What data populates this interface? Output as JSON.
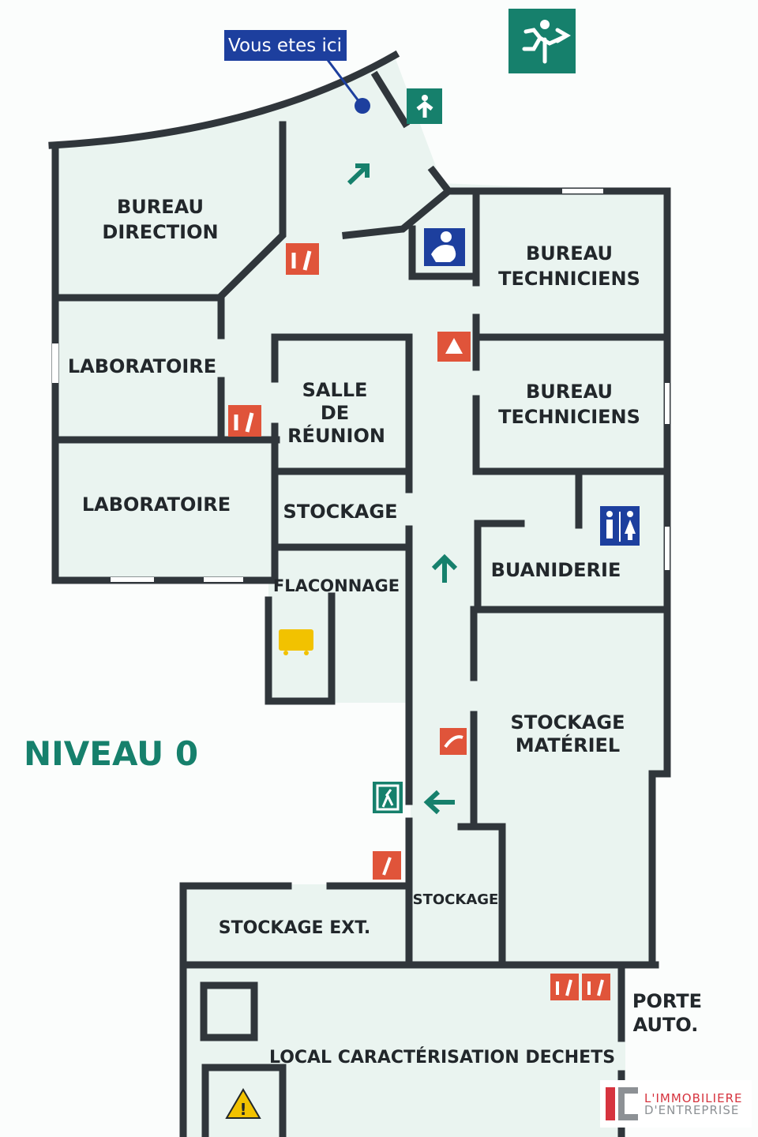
{
  "title": "NIVEAU 0",
  "you_are_here": "Vous etes ici",
  "rooms": {
    "bureau_direction": [
      "BUREAU",
      "DIRECTION"
    ],
    "laboratoire_1": "LABORATOIRE",
    "laboratoire_2": "LABORATOIRE",
    "salle_reunion": [
      "SALLE",
      "DE",
      "RÉUNION"
    ],
    "stockage_1": "STOCKAGE",
    "flaconnage": "FLACONNAGE",
    "bureau_techniciens_1": [
      "BUREAU",
      "TECHNICIENS"
    ],
    "bureau_techniciens_2": [
      "BUREAU",
      "TECHNICIENS"
    ],
    "buanderie": "BUANIDERIE",
    "stockage_materiel": [
      "STOCKAGE",
      "MATÉRIEL"
    ],
    "stockage_2": "STOCKAGE",
    "stockage_ext": "STOCKAGE EXT.",
    "local_dechets": "LOCAL CARACTÉRISATION DECHETS",
    "porte_auto": [
      "PORTE",
      "AUTO."
    ]
  },
  "logo": {
    "line1": "L'IMMOBILIERE",
    "line2": "D'ENTREPRISE"
  },
  "colors": {
    "wall": "#30363b",
    "floor": "#eaf4f0",
    "green": "#16806c",
    "red": "#e0543a",
    "blue": "#1d3f9e",
    "yellow": "#f2c200"
  }
}
